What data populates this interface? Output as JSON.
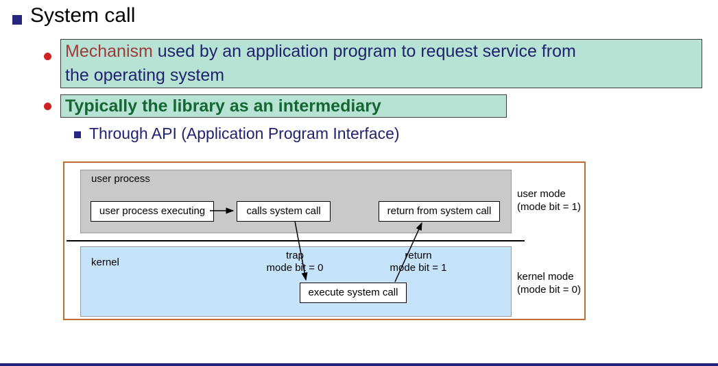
{
  "slide": {
    "title": "System call",
    "bullet1": {
      "part1": "Mechanism",
      "part2": " used by an application program to request service from",
      "part3": "the operating system"
    },
    "bullet2": "Typically the library as an intermediary",
    "bullet3": "Through API (Application Program Interface)"
  },
  "diagram": {
    "user_area_label": "user process",
    "kernel_area_label": "kernel",
    "boxes": {
      "user_executing": "user process executing",
      "calls": "calls system call",
      "return_from": "return from system call",
      "execute": "execute system call"
    },
    "annotations": {
      "trap": {
        "line1": "trap",
        "line2": "mode bit = 0"
      },
      "return": {
        "line1": "return",
        "line2": "mode bit = 1"
      },
      "user_mode": {
        "line1": "user mode",
        "line2": "(mode bit = 1)"
      },
      "kernel_mode": {
        "line1": "kernel mode",
        "line2": "(mode bit = 0)"
      }
    }
  },
  "colors": {
    "highlight_bg": "#b7e3d4",
    "maroon_text": "#9e3a3a",
    "navy_text": "#20226f",
    "green_text": "#156633",
    "red_bullet": "#cc2222",
    "navy_bullet": "#26267e",
    "diagram_border": "#c2692f",
    "user_area_bg": "#c9c9c9",
    "kernel_area_bg": "#c5e4fb",
    "bottom_bar": "#23237a"
  }
}
